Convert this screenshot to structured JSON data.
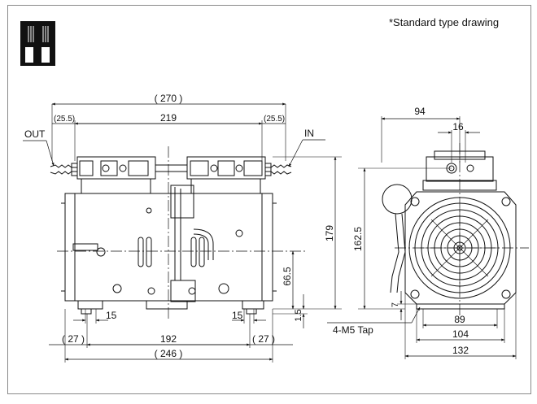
{
  "header": {
    "note": "*Standard type drawing",
    "logo_icon": "cable-connector-icon"
  },
  "front_view": {
    "port_out": "OUT",
    "port_in": "IN",
    "dim_overall_width": "( 270 )",
    "dim_left_offset": "(25.5)",
    "dim_center_span": "219",
    "dim_right_offset": "(25.5)",
    "dim_height": "179",
    "dim_shaft_height": "66.5",
    "dim_base": "1.5",
    "dim_foot_left": "15",
    "dim_foot_right": "15",
    "dim_end_left": "( 27 )",
    "dim_hole_pitch": "192",
    "dim_end_right": "( 27 )",
    "dim_base_length": "( 246 )"
  },
  "side_view": {
    "dim_top_width": "94",
    "dim_port_pitch": "16",
    "dim_height": "162.5",
    "dim_foot_thickness": "7",
    "tap_label": "4-M5 Tap",
    "dim_mount_pitch": "89",
    "dim_mount_width": "104",
    "dim_overall_width": "132"
  },
  "colors": {
    "line": "#111111",
    "border": "#8a8a8a",
    "background": "#ffffff"
  }
}
